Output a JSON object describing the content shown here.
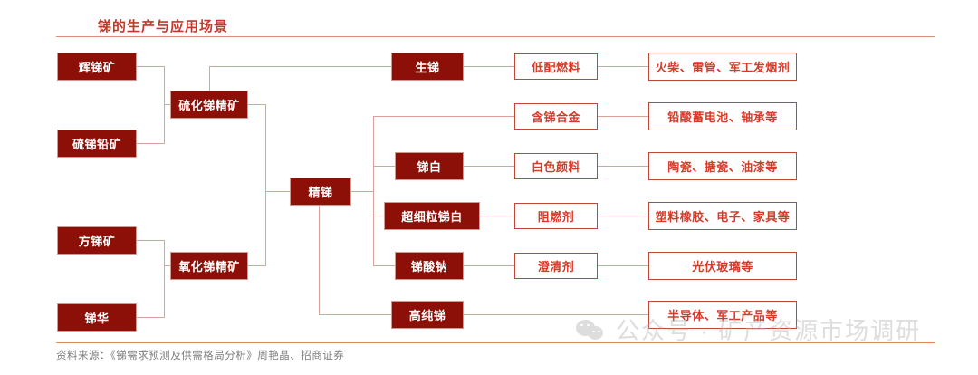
{
  "title": "锑的生产与应用场景",
  "footer": "资料来源：《锑需求预测及供需格局分析》周艳晶、招商证券",
  "watermark": {
    "text": "公众号 · 矿产资源市场调研",
    "logo_icon": "wechat-icon"
  },
  "colors": {
    "node_fill": "#8c1007",
    "node_outline_border": "#c0463a",
    "node_outline_text": "#d63b2a",
    "connector": "#d9a49b",
    "title_text": "#c0392b",
    "title_rule": "#d98f7a",
    "footer_rule": "#e08b5c",
    "footer_text": "#7d7d7d",
    "watermark": "#b4b4b4"
  },
  "nodes": {
    "ores": [
      {
        "id": "stibnite",
        "label": "辉锑矿"
      },
      {
        "id": "lead-antimony",
        "label": "硫锑铅矿"
      },
      {
        "id": "senarmontite",
        "label": "方锑矿"
      },
      {
        "id": "cervantite",
        "label": "锑华"
      }
    ],
    "concentrates": [
      {
        "id": "sulfide-conc",
        "label": "硫化锑精矿"
      },
      {
        "id": "oxide-conc",
        "label": "氧化锑精矿"
      }
    ],
    "refined": {
      "id": "refined-antimony",
      "label": "精锑"
    },
    "products": [
      {
        "id": "crude-antimony",
        "label": "生锑"
      },
      {
        "id": "antimony-white",
        "label": "锑白"
      },
      {
        "id": "ultrafine-white",
        "label": "超细粒锑白"
      },
      {
        "id": "sodium-antimonate",
        "label": "锑酸钠"
      },
      {
        "id": "high-purity-antimony",
        "label": "高纯锑"
      }
    ],
    "uses": [
      {
        "id": "low-grade-fuel",
        "label": "低配燃料"
      },
      {
        "id": "antimony-alloy",
        "label": "含锑合金"
      },
      {
        "id": "white-pigment",
        "label": "白色颜料"
      },
      {
        "id": "flame-retardant",
        "label": "阻燃剂"
      },
      {
        "id": "clarifier",
        "label": "澄清剂"
      }
    ],
    "applications": [
      {
        "id": "app-matches",
        "label": "火柴、雷管、军工发烟剂"
      },
      {
        "id": "app-battery",
        "label": "铅酸蓄电池、轴承等"
      },
      {
        "id": "app-ceramics",
        "label": "陶瓷、搪瓷、油漆等"
      },
      {
        "id": "app-plastics",
        "label": "塑料橡胶、电子、家具等"
      },
      {
        "id": "app-pv-glass",
        "label": "光伏玻璃等"
      },
      {
        "id": "app-semiconductor",
        "label": "半导体、军工产品等"
      }
    ]
  }
}
